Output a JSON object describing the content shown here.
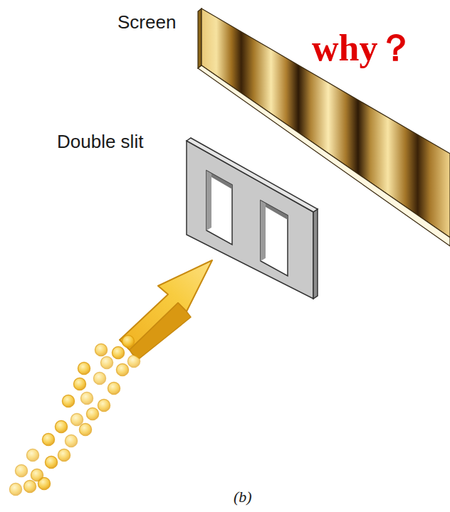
{
  "diagram": {
    "caption": "(b)",
    "labels": [
      "Screen",
      "why？",
      "Double slit"
    ]
  }
}
